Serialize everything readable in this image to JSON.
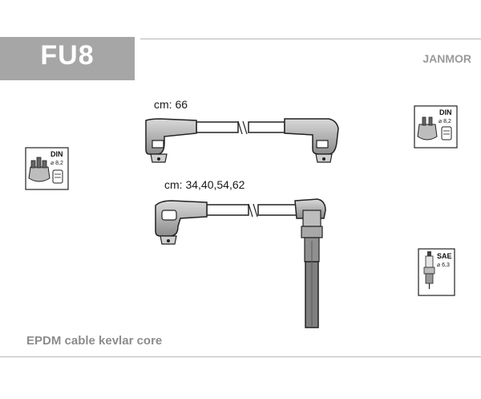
{
  "header": {
    "part_code": "FU8",
    "brand": "JANMOR"
  },
  "cables": [
    {
      "length_label": "cm: 66"
    },
    {
      "length_label": "cm: 34,40,54,62"
    }
  ],
  "badges": {
    "left_distributor": {
      "standard": "DIN",
      "diameter": "⌀ 8,2"
    },
    "right_distributor": {
      "standard": "DIN",
      "diameter": "⌀ 8,2"
    },
    "right_spark_plug": {
      "standard": "SAE",
      "diameter": "⌀ 6,3"
    }
  },
  "footer": {
    "description": "EPDM cable kevlar core"
  }
}
